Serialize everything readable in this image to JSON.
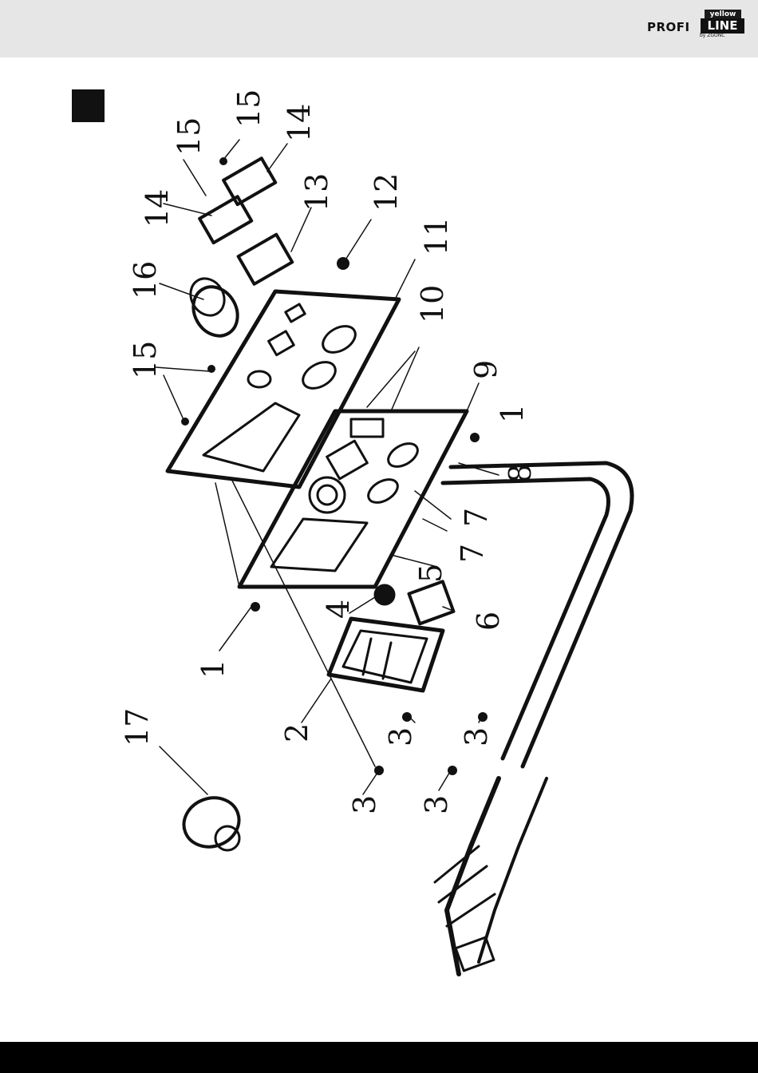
{
  "header": {
    "brand_top": "yellow",
    "brand_left": "PROFI",
    "brand_right": "LINE",
    "brand_by": "by ZGONC"
  },
  "diagram": {
    "callouts": [
      "1",
      "2",
      "3",
      "3",
      "3",
      "3",
      "4",
      "5",
      "6",
      "7",
      "7",
      "8",
      "9",
      "10",
      "11",
      "12",
      "13",
      "14",
      "14",
      "15",
      "15",
      "15",
      "16",
      "17",
      "1"
    ]
  },
  "colors": {
    "header_bg": "#e6e6e6",
    "footer_bg": "#000000",
    "line": "#111111"
  }
}
